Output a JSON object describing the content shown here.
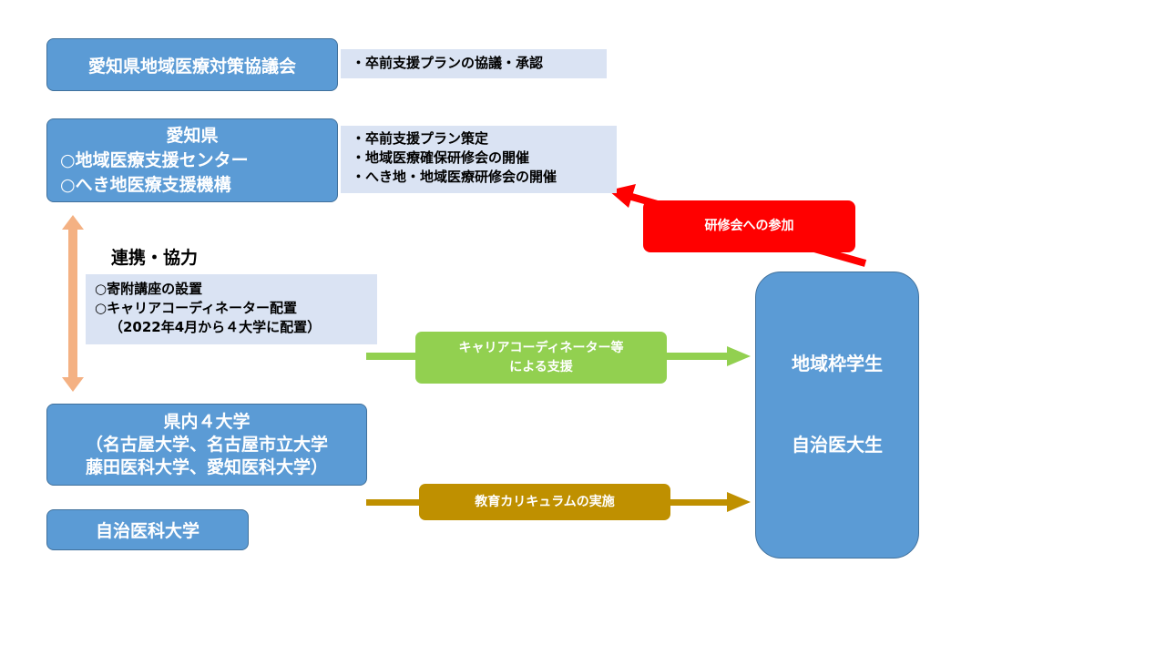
{
  "council": {
    "title": "愛知県地域医療対策協議会",
    "note": "・卒前支援プランの協議・承認"
  },
  "prefecture": {
    "lines": [
      "愛知県",
      "○地域医療支援センター",
      "○へき地医療支援機構"
    ],
    "notes": [
      "・卒前支援プラン策定",
      "・地域医療確保研修会の開催",
      "・へき地・地域医療研修会の開催"
    ]
  },
  "training_label": "研修会への参加",
  "cooperation": {
    "title": "連携・協力",
    "notes": [
      "○寄附講座の設置",
      "○キャリアコーディネーター配置",
      "（2022年4月から４大学に配置）"
    ]
  },
  "career_support_lines": [
    "キャリアコーディネーター等",
    "による支援"
  ],
  "universities": {
    "lines": [
      "県内４大学",
      "（名古屋大学、名古屋市立大学",
      "藤田医科大学、愛知医科大学）"
    ]
  },
  "jichi_university": "自治医科大学",
  "curriculum_label": "教育カリキュラムの実施",
  "students": {
    "line1": "地域枠学生",
    "line2": "自治医大生"
  },
  "colors": {
    "box_blue": "#5b9bd5",
    "note_bg": "#dae3f3",
    "red": "#ff0000",
    "green": "#92d050",
    "gold": "#bf9000",
    "peach": "#f4b183"
  }
}
